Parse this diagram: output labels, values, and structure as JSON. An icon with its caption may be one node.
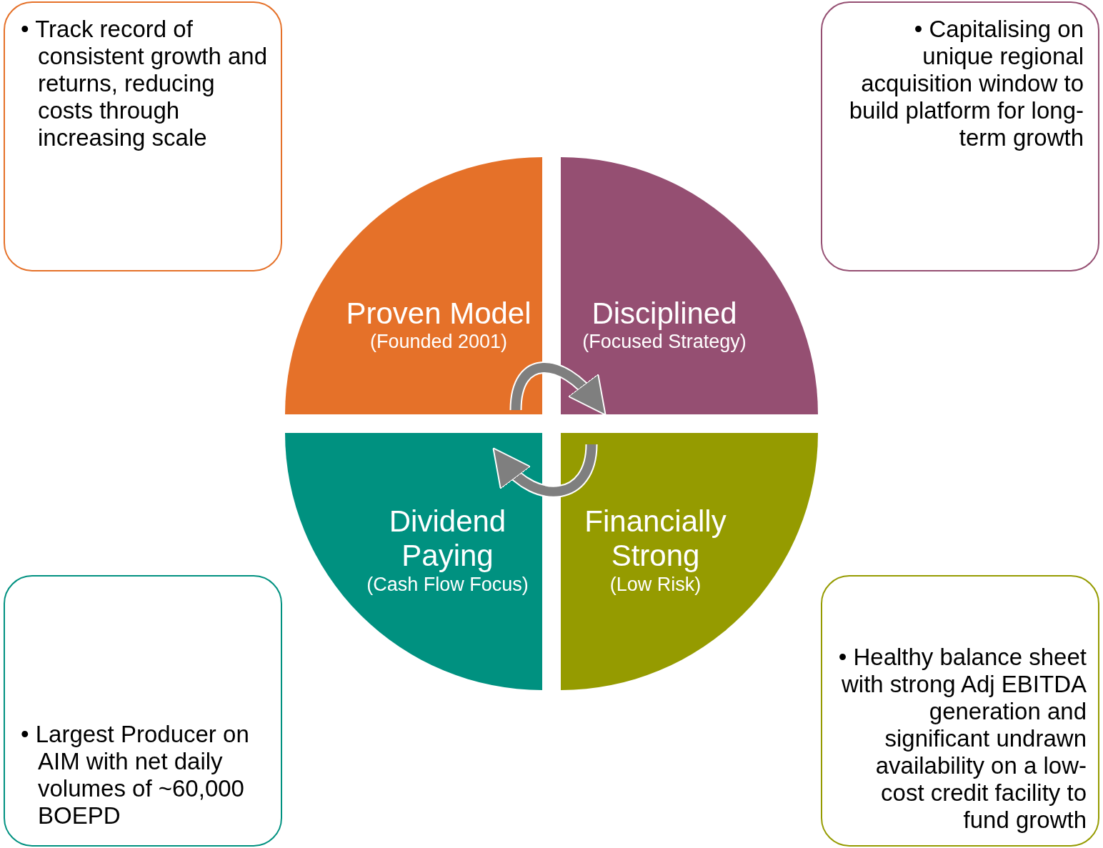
{
  "diagram": {
    "nodes": [
      {
        "text": [
          "Proven Model",
          "(Founded 2001)"
        ]
      },
      {
        "text": [
          "Disciplined",
          "(Focused Strategy)"
        ]
      },
      {
        "text": [
          "Dividend Paying",
          "(Cash Flow Focus)"
        ]
      },
      {
        "text": [
          "Financially Strong",
          "(Low Risk)"
        ]
      },
      {
        "text": [
          "• Track record of consistent growth and returns, reducing costs through increasing scale"
        ]
      },
      {
        "text": [
          "• Capitalising on unique regional acquisition window to build platform for long-term growth"
        ]
      },
      {
        "text": [
          "• Largest Producer on AIM with net daily volumes of ~60,000 BOEPD"
        ]
      },
      {
        "text": [
          "• Healthy balance sheet with strong Adj EBITDA generation and significant undrawn availability on a low-cost credit facility to fund growth"
        ]
      }
    ],
    "edges": [
      {
        "from": 0,
        "to": 1,
        "arrow": "to"
      },
      {
        "from": 3,
        "to": 2,
        "arrow": "to"
      }
    ]
  }
}
